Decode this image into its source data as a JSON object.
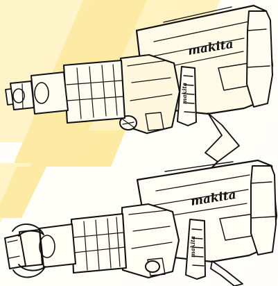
{
  "brand": {
    "name": "makita",
    "accent_color": "#f4c81f",
    "line_color": "#111111",
    "paper_color": "#ffffff",
    "watermark_fill": "#fde99f"
  },
  "figures": [
    {
      "name": "top-demolition-hammer",
      "tool_brand": "makita",
      "handle_text": "makita"
    },
    {
      "name": "bottom-demolition-hammer",
      "tool_brand": "makita",
      "handle_text": "makita"
    }
  ]
}
